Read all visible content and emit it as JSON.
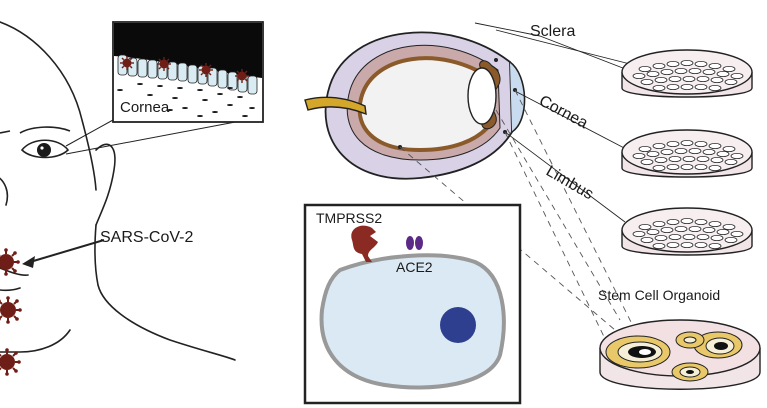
{
  "labels": {
    "cornea_inset": "Cornea",
    "virus": "SARS-CoV-2",
    "sclera": "Sclera",
    "cornea": "Cornea",
    "limbus": "Limbus",
    "organoid": "Stem Cell Organoid",
    "tmprss2": "TMPRSS2",
    "ace2": "ACE2"
  },
  "colors": {
    "virus": "#6e1e16",
    "tmprss2": "#8b2a22",
    "ace2": "#5b2a86",
    "nucleus": "#2f3f8f",
    "cell": "#dbe9f4",
    "eye_outer": "#d9d2e6",
    "eye_brown": "#8b5a2b",
    "optic_nerve": "#d4a62a",
    "cornea_blue": "#c9dcef"
  }
}
